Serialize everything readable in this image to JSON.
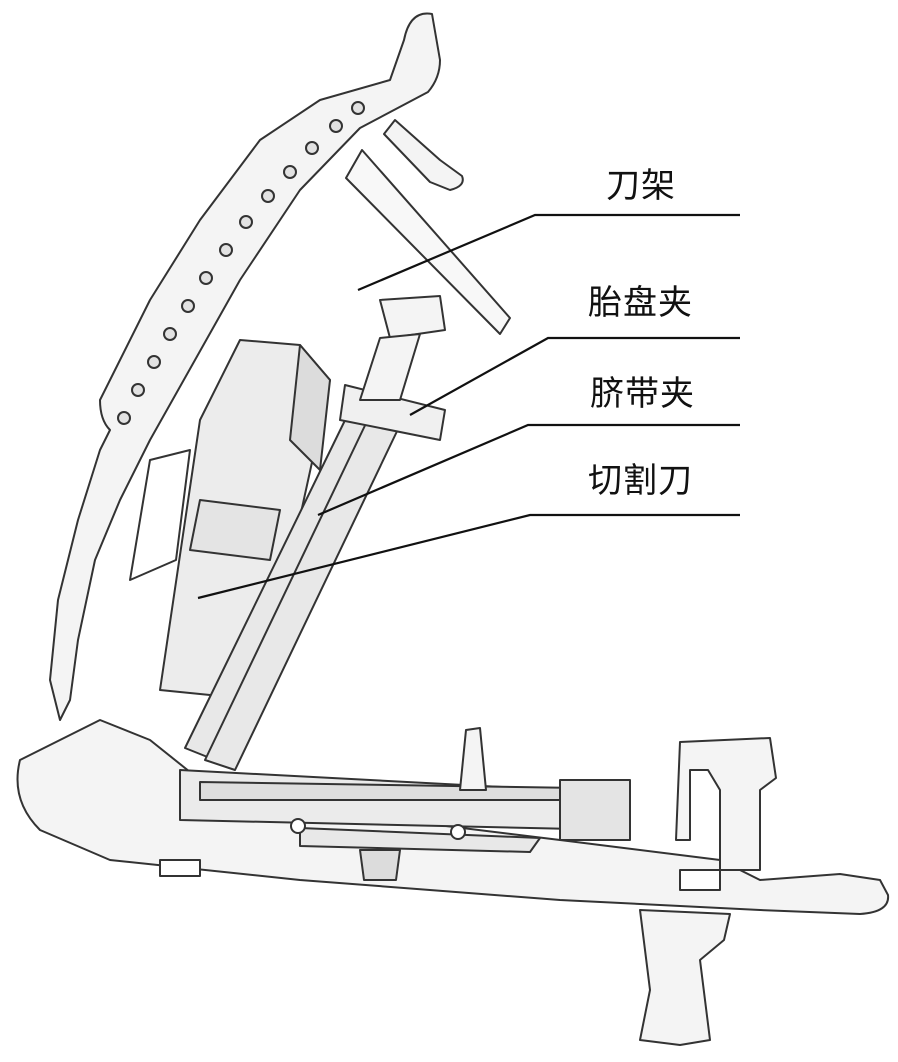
{
  "diagram": {
    "labels": [
      {
        "id": "knife-holder",
        "text": "刀架"
      },
      {
        "id": "placenta-clamp",
        "text": "胎盘夹"
      },
      {
        "id": "umbilical-clamp",
        "text": "脐带夹"
      },
      {
        "id": "cutting-knife",
        "text": "切割刀"
      }
    ]
  },
  "style": {
    "line_color": "#222222",
    "fill_color": "#f4f4f4",
    "shade_color": "#dcdcdc"
  }
}
